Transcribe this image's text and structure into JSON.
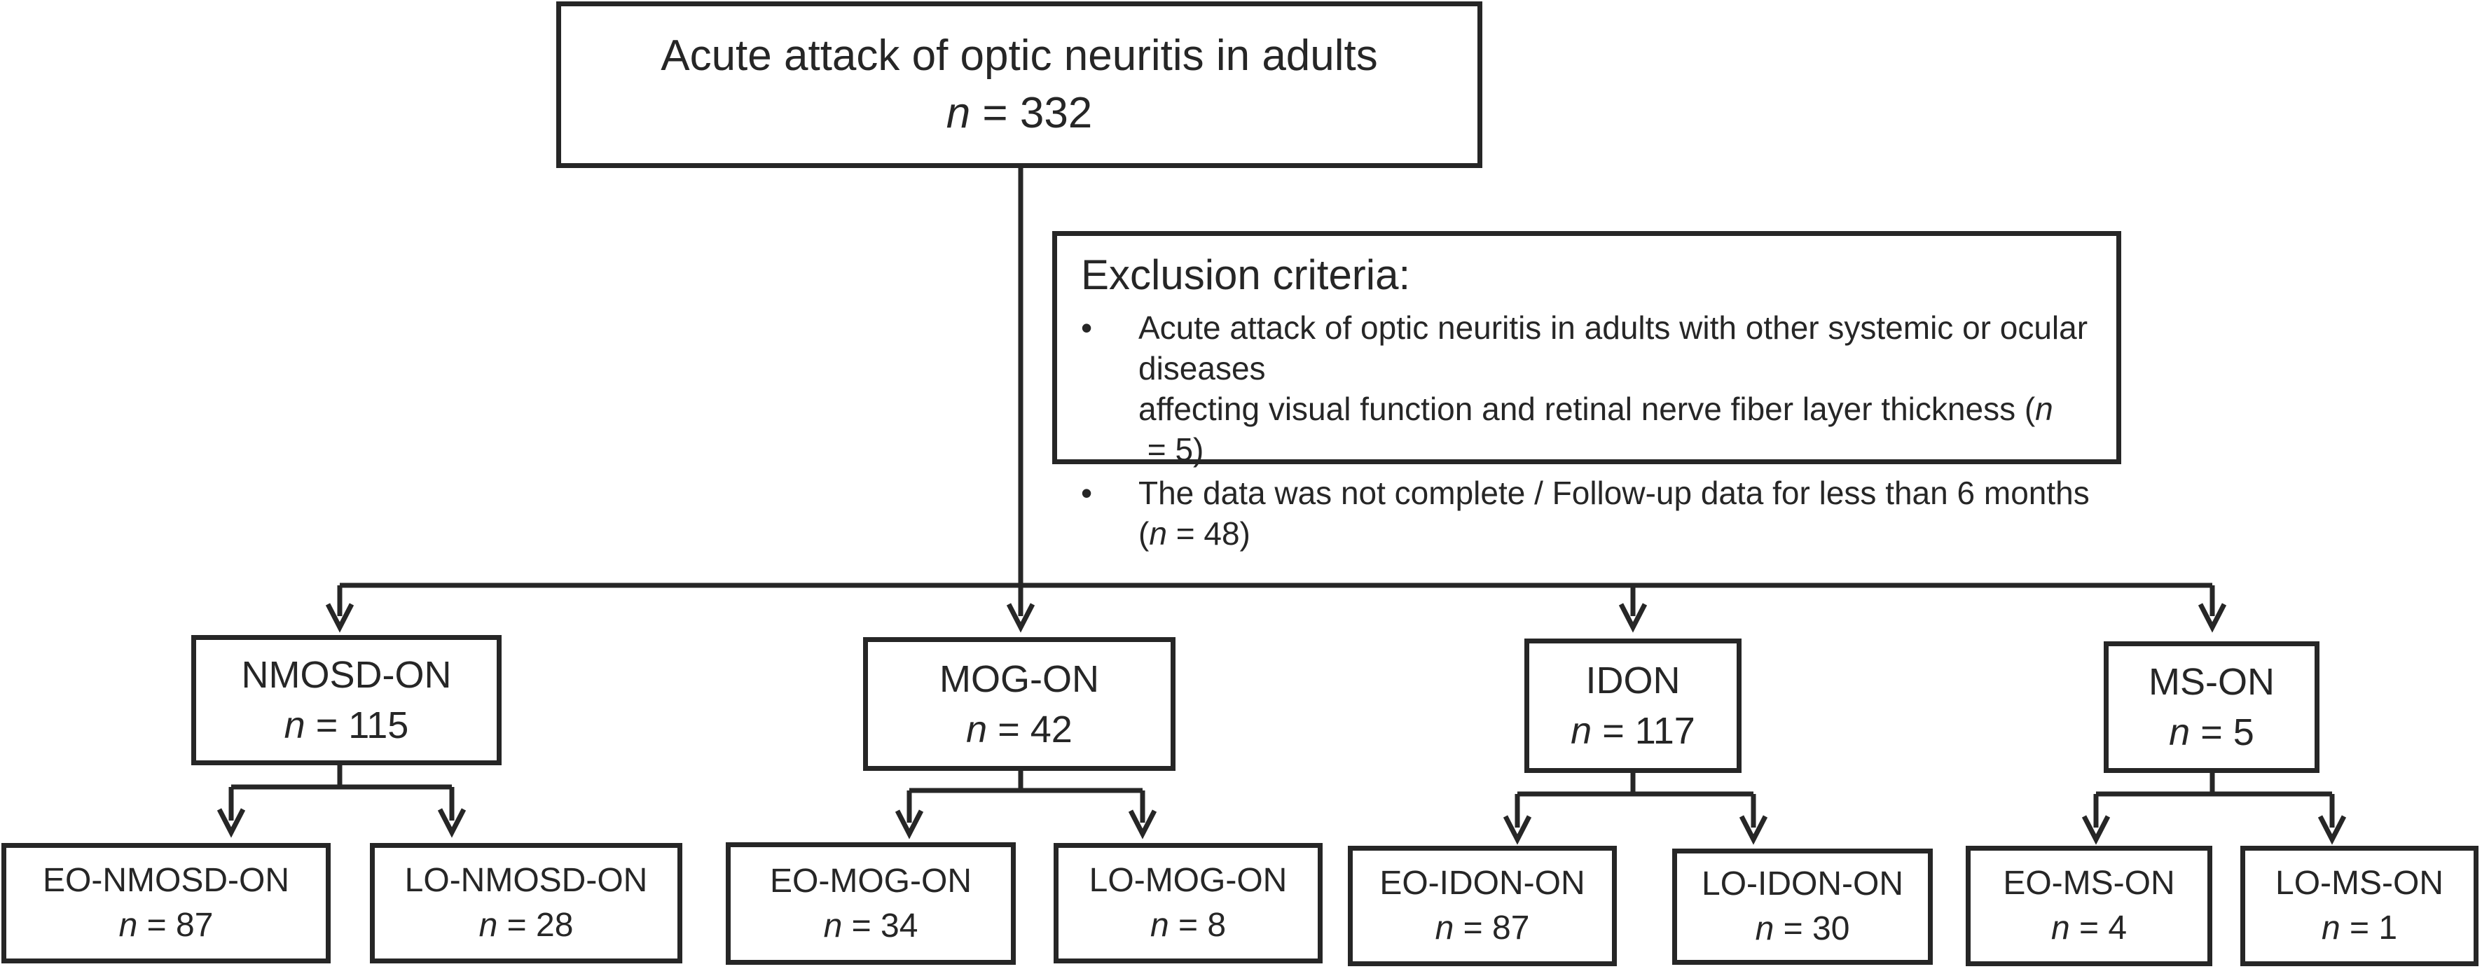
{
  "root": {
    "title": "Acute attack of optic neuritis in adults",
    "n": "332"
  },
  "exclusion": {
    "title": "Exclusion criteria:",
    "items": [
      {
        "bullet": "•",
        "line1": "Acute attack of optic neuritis in adults with other systemic or ocular diseases",
        "line2_prefix": "affecting visual function and retinal nerve fiber layer thickness (",
        "n": "5",
        "suffix": ")"
      },
      {
        "bullet": "•",
        "line1": "The data was not complete / Follow-up data for less than 6 months (",
        "n": "48",
        "suffix": ")"
      }
    ]
  },
  "n_symbol": "n",
  "eq": " = ",
  "groups": [
    {
      "title": "NMOSD-ON",
      "n": "115",
      "children": [
        {
          "title": "EO-NMOSD-ON",
          "n": "87"
        },
        {
          "title": "LO-NMOSD-ON",
          "n": "28"
        }
      ]
    },
    {
      "title": "MOG-ON",
      "n": "42",
      "children": [
        {
          "title": "EO-MOG-ON",
          "n": "34"
        },
        {
          "title": "LO-MOG-ON",
          "n": "8"
        }
      ]
    },
    {
      "title": "IDON",
      "n": "117",
      "children": [
        {
          "title": "EO-IDON-ON",
          "n": "87"
        },
        {
          "title": "LO-IDON-ON",
          "n": "30"
        }
      ]
    },
    {
      "title": "MS-ON",
      "n": "5",
      "children": [
        {
          "title": "EO-MS-ON",
          "n": "4"
        },
        {
          "title": "LO-MS-ON",
          "n": "1"
        }
      ]
    }
  ]
}
